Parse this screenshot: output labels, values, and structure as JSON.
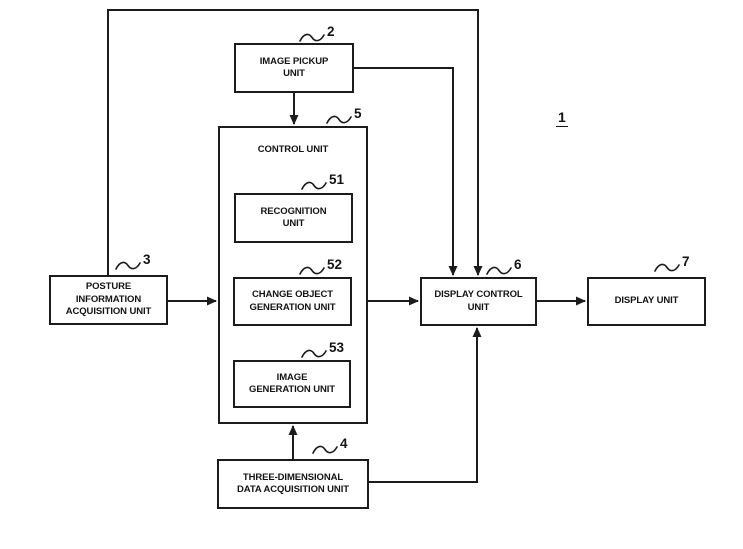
{
  "figure": {
    "system_ref": "1",
    "boxes": {
      "image_pickup": {
        "lines": [
          "IMAGE PICKUP",
          "UNIT"
        ],
        "ref": "2"
      },
      "control": {
        "lines": [
          "CONTROL UNIT"
        ],
        "ref": "5"
      },
      "recognition": {
        "lines": [
          "RECOGNITION",
          "UNIT"
        ],
        "ref": "51"
      },
      "change_object": {
        "lines": [
          "CHANGE OBJECT",
          "GENERATION UNIT"
        ],
        "ref": "52"
      },
      "image_generation": {
        "lines": [
          "IMAGE",
          "GENERATION UNIT"
        ],
        "ref": "53"
      },
      "posture": {
        "lines": [
          "POSTURE",
          "INFORMATION",
          "ACQUISITION UNIT"
        ],
        "ref": "3"
      },
      "display_control": {
        "lines": [
          "DISPLAY CONTROL",
          "UNIT"
        ],
        "ref": "6"
      },
      "display": {
        "lines": [
          "DISPLAY UNIT"
        ],
        "ref": "7"
      },
      "three_dimensional": {
        "lines": [
          "THREE-DIMENSIONAL",
          "DATA ACQUISITION UNIT"
        ],
        "ref": "4"
      }
    },
    "colors": {
      "line": "#1c1c1c",
      "background": "#ffffff"
    }
  }
}
